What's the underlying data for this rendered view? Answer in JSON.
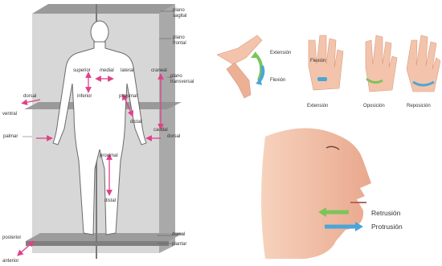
{
  "colors": {
    "plane": "#8a8a8a",
    "plane_light": "#b9b9b9",
    "arrow_pink": "#e0408a",
    "skin": "#f2b9a0",
    "arrow_green": "#7cc45a",
    "arrow_blue": "#4aa6d8"
  },
  "anatomy": {
    "plano_sagital": [
      "plano",
      "sagital"
    ],
    "plano_frontal": [
      "plano",
      "frontal"
    ],
    "plano_transversal": [
      "plano",
      "transversal"
    ],
    "superior": "superior",
    "medial": "medial",
    "lateral": "lateral",
    "craneal": "craneal",
    "inferior": "inferior",
    "proximal_arm": "proximal",
    "distal_arm": "distal",
    "caudal": "caudal",
    "dorsal_left": "dorsal",
    "ventral": "ventral",
    "palmar": "palmar",
    "dorsal_hand": "dorsal",
    "proximal_leg": "proximal",
    "distal_leg": "distal",
    "dorsal_foot": "dorsal",
    "plantar": "plantar",
    "posterior": "posterior",
    "anterior": "anterior"
  },
  "hand_movements": {
    "extension_arrow": "Extensión",
    "flexion_arrow": "Flexión",
    "flexion_label": "Flexión",
    "extension_caption": "Extensión",
    "oposicion": "Oposición",
    "reposicion": "Reposición"
  },
  "jaw_movements": {
    "retrusion": "Retrusión",
    "protrusion": "Protrusión"
  }
}
